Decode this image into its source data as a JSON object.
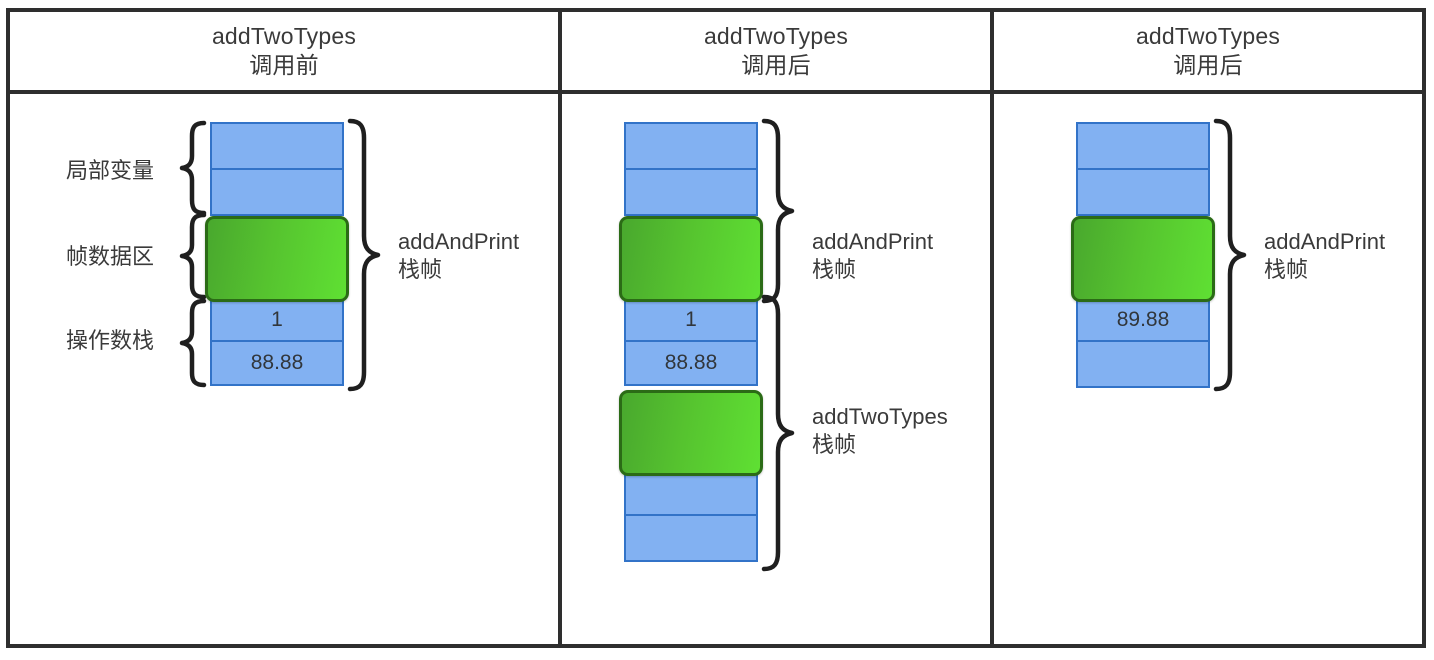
{
  "panels": [
    {
      "title_line1": "addTwoTypes",
      "title_line2": "调用前",
      "left_labels": [
        {
          "text": "局部变量"
        },
        {
          "text": "帧数据区"
        },
        {
          "text": "操作数栈"
        }
      ],
      "cells": [
        {
          "type": "blue",
          "value": ""
        },
        {
          "type": "blue",
          "value": ""
        },
        {
          "type": "green",
          "value": ""
        },
        {
          "type": "blue",
          "value": "1"
        },
        {
          "type": "blue",
          "value": "88.88"
        }
      ],
      "right_labels": [
        {
          "line1": "addAndPrint",
          "line2": "栈帧"
        }
      ]
    },
    {
      "title_line1": "addTwoTypes",
      "title_line2": "调用后",
      "left_labels": [],
      "cells": [
        {
          "type": "blue",
          "value": ""
        },
        {
          "type": "blue",
          "value": ""
        },
        {
          "type": "green",
          "value": ""
        },
        {
          "type": "blue",
          "value": "1"
        },
        {
          "type": "blue",
          "value": "88.88"
        },
        {
          "type": "green",
          "value": ""
        },
        {
          "type": "blue",
          "value": ""
        },
        {
          "type": "blue",
          "value": ""
        }
      ],
      "right_labels": [
        {
          "line1": "addAndPrint",
          "line2": "栈帧"
        },
        {
          "line1": "addTwoTypes",
          "line2": "栈帧"
        }
      ]
    },
    {
      "title_line1": "addTwoTypes",
      "title_line2": "调用后",
      "left_labels": [],
      "cells": [
        {
          "type": "blue",
          "value": ""
        },
        {
          "type": "blue",
          "value": ""
        },
        {
          "type": "green",
          "value": ""
        },
        {
          "type": "blue",
          "value": "89.88"
        },
        {
          "type": "blue",
          "value": ""
        }
      ],
      "right_labels": [
        {
          "line1": "addAndPrint",
          "line2": "栈帧"
        }
      ]
    }
  ],
  "colors": {
    "frame_border": "#2e2e2e",
    "cell_fill": "#82b1f2",
    "cell_border": "#3273c8",
    "green_border": "#2b6b16",
    "green_from": "#49a82e",
    "green_to": "#5fe033",
    "text": "#3a3a3a",
    "brace": "#1f1f1f"
  }
}
